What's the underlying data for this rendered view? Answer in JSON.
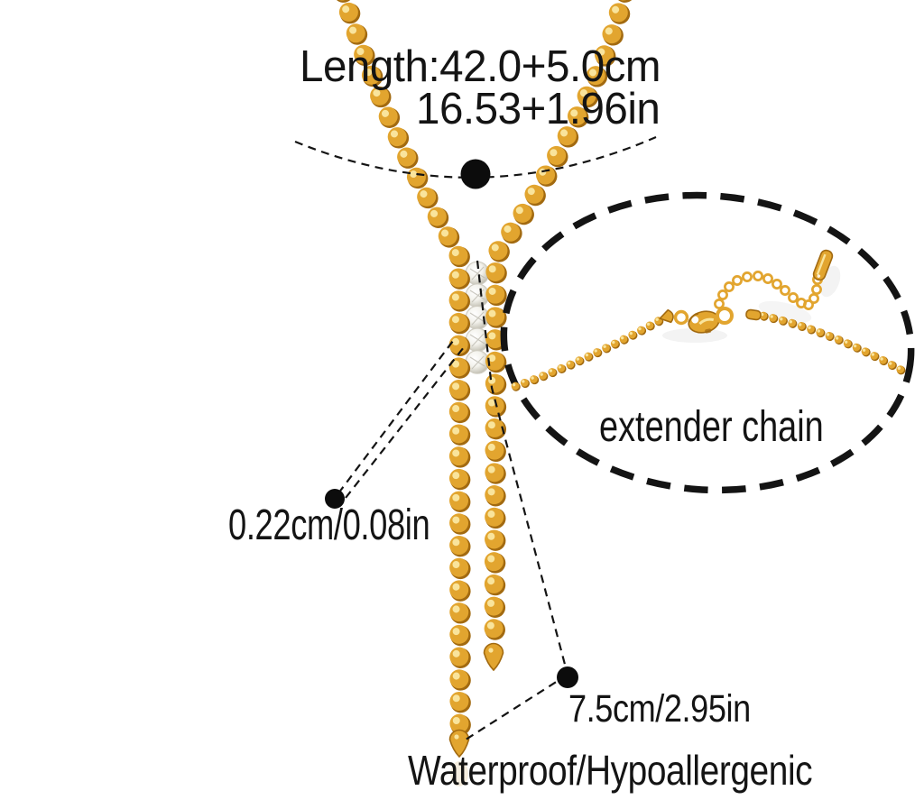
{
  "annotations": {
    "length_cm": "Length:42.0+5.0cm",
    "length_in": "16.53+1.96in",
    "extender_label": "extender chain",
    "bead_diameter": "0.22cm/0.08in",
    "tassel_drop": "7.5cm/2.95in",
    "features": "Waterproof/Hypoallergenic"
  },
  "colors": {
    "gold": "#E2A52F",
    "gold_dark": "#A26A10",
    "gold_light": "#F9E49C",
    "ink": "#141414",
    "dot": "#0C0C0C",
    "background": "#FFFFFF"
  }
}
